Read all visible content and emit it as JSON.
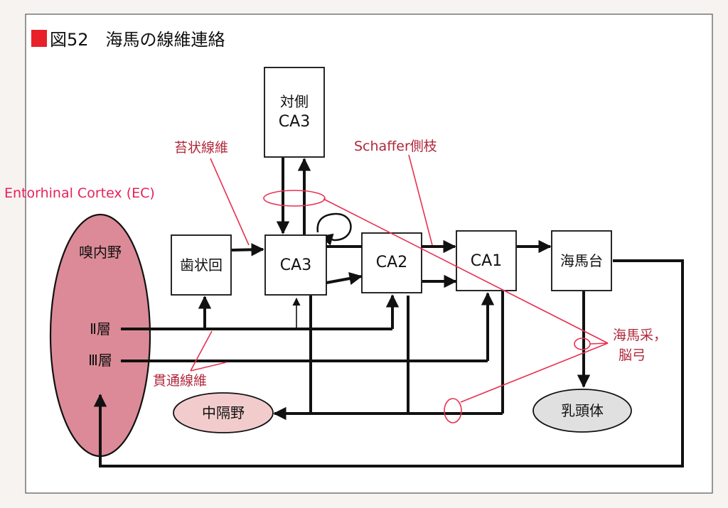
{
  "figure": {
    "marker_color": "#e8202a",
    "title": "図52　海馬の線維連絡",
    "ec_label": "Entorhinal Cortex (EC)",
    "ec_label_color": "#e8205a"
  },
  "nodes": {
    "contralateral_ca3": {
      "line1": "対側",
      "line2": "CA3"
    },
    "dentate_gyrus": "歯状回",
    "ca3": "CA3",
    "ca2": "CA2",
    "ca1": "CA1",
    "subiculum": "海馬台",
    "entorhinal": {
      "title": "嗅内野",
      "layer2": "Ⅱ層",
      "layer3": "Ⅲ層",
      "fill": "#dc8a97"
    },
    "septum": {
      "label": "中隔野",
      "fill": "#f2cccc"
    },
    "mammillary": {
      "label": "乳頭体",
      "fill": "#e0e0e0"
    }
  },
  "annotations": {
    "color": "#e83050",
    "text_color": "#b0283c",
    "mossy_fibers": "苔状線維",
    "schaffer": "Schaffer側枝",
    "perforant": "貫通線維",
    "fimbria_line1": "海馬采，",
    "fimbria_line2": "脳弓"
  }
}
